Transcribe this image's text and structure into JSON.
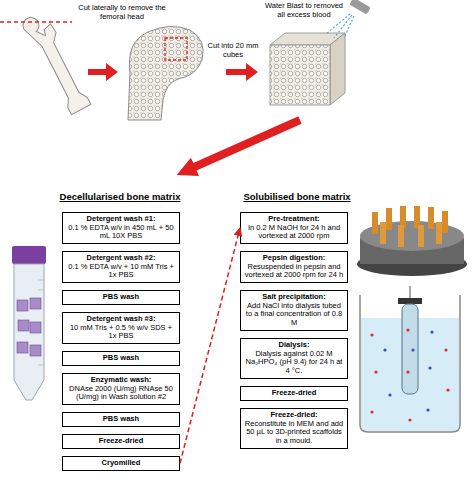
{
  "diagram": {
    "nodes": [
      {
        "text": [
          "Detergent wash #1:",
          "0.1 % EDTA w/v in 450 mL + 50 mL 10X PBS"
        ]
      },
      {
        "text": [
          "Detergent wash #2:",
          "0.1 % EDTA w/v + 10 mM Tris + 1x PBS"
        ]
      },
      {
        "text": [
          "PBS wash"
        ]
      },
      {
        "text": [
          "Detergent wash #3:",
          "10 mM Tris + 0.5 % w/v SDS + 1x PBS"
        ]
      },
      {
        "text": [
          "PBS wash"
        ]
      },
      {
        "text": [
          "Enzymatic wash:",
          "DNAse 2000 (U/mg) RNAse 50 (U/mg) in Wash solution #2"
        ]
      },
      {
        "text": [
          "PBS wash"
        ]
      },
      {
        "text": [
          "Freeze-dried"
        ]
      },
      {
        "text": [
          "Cryomilled"
        ]
      },
      {
        "text": [
          "Pre-treatment:",
          "In 0.2 M NaOH for 24 h and vortexed at 2000 rpm"
        ]
      },
      {
        "text": [
          "Pepsin digestion:",
          "Resuspended in pepsin and vortexed at 2000 rpm for 24 h"
        ]
      },
      {
        "text": [
          "Salt precipitation:",
          "Add NaCl into dialysis tubed to a final concentration of 0.8 M"
        ]
      },
      {
        "text": [
          "Dialysis:",
          "Dialysis against 0.02 M Na₂HPO₄ (pH 9.4) for 24 h at 4 °C."
        ]
      },
      {
        "text": [
          "Freeze-dried"
        ]
      },
      {
        "text": [
          "Freeze-dried:",
          "Reconstitute in MEM and add 50 µL to 3D-printed scaffolds in a mould."
        ]
      }
    ],
    "edges": [
      {
        "from": 8,
        "to": 9,
        "arrow": "to"
      }
    ],
    "labels": [
      "Cut laterally to remove the femoral head",
      "Cut into 20 mm cubes",
      "Water Blast to removed all excess blood",
      "Decellularised bone matrix",
      "Solubilised bone matrix"
    ]
  }
}
